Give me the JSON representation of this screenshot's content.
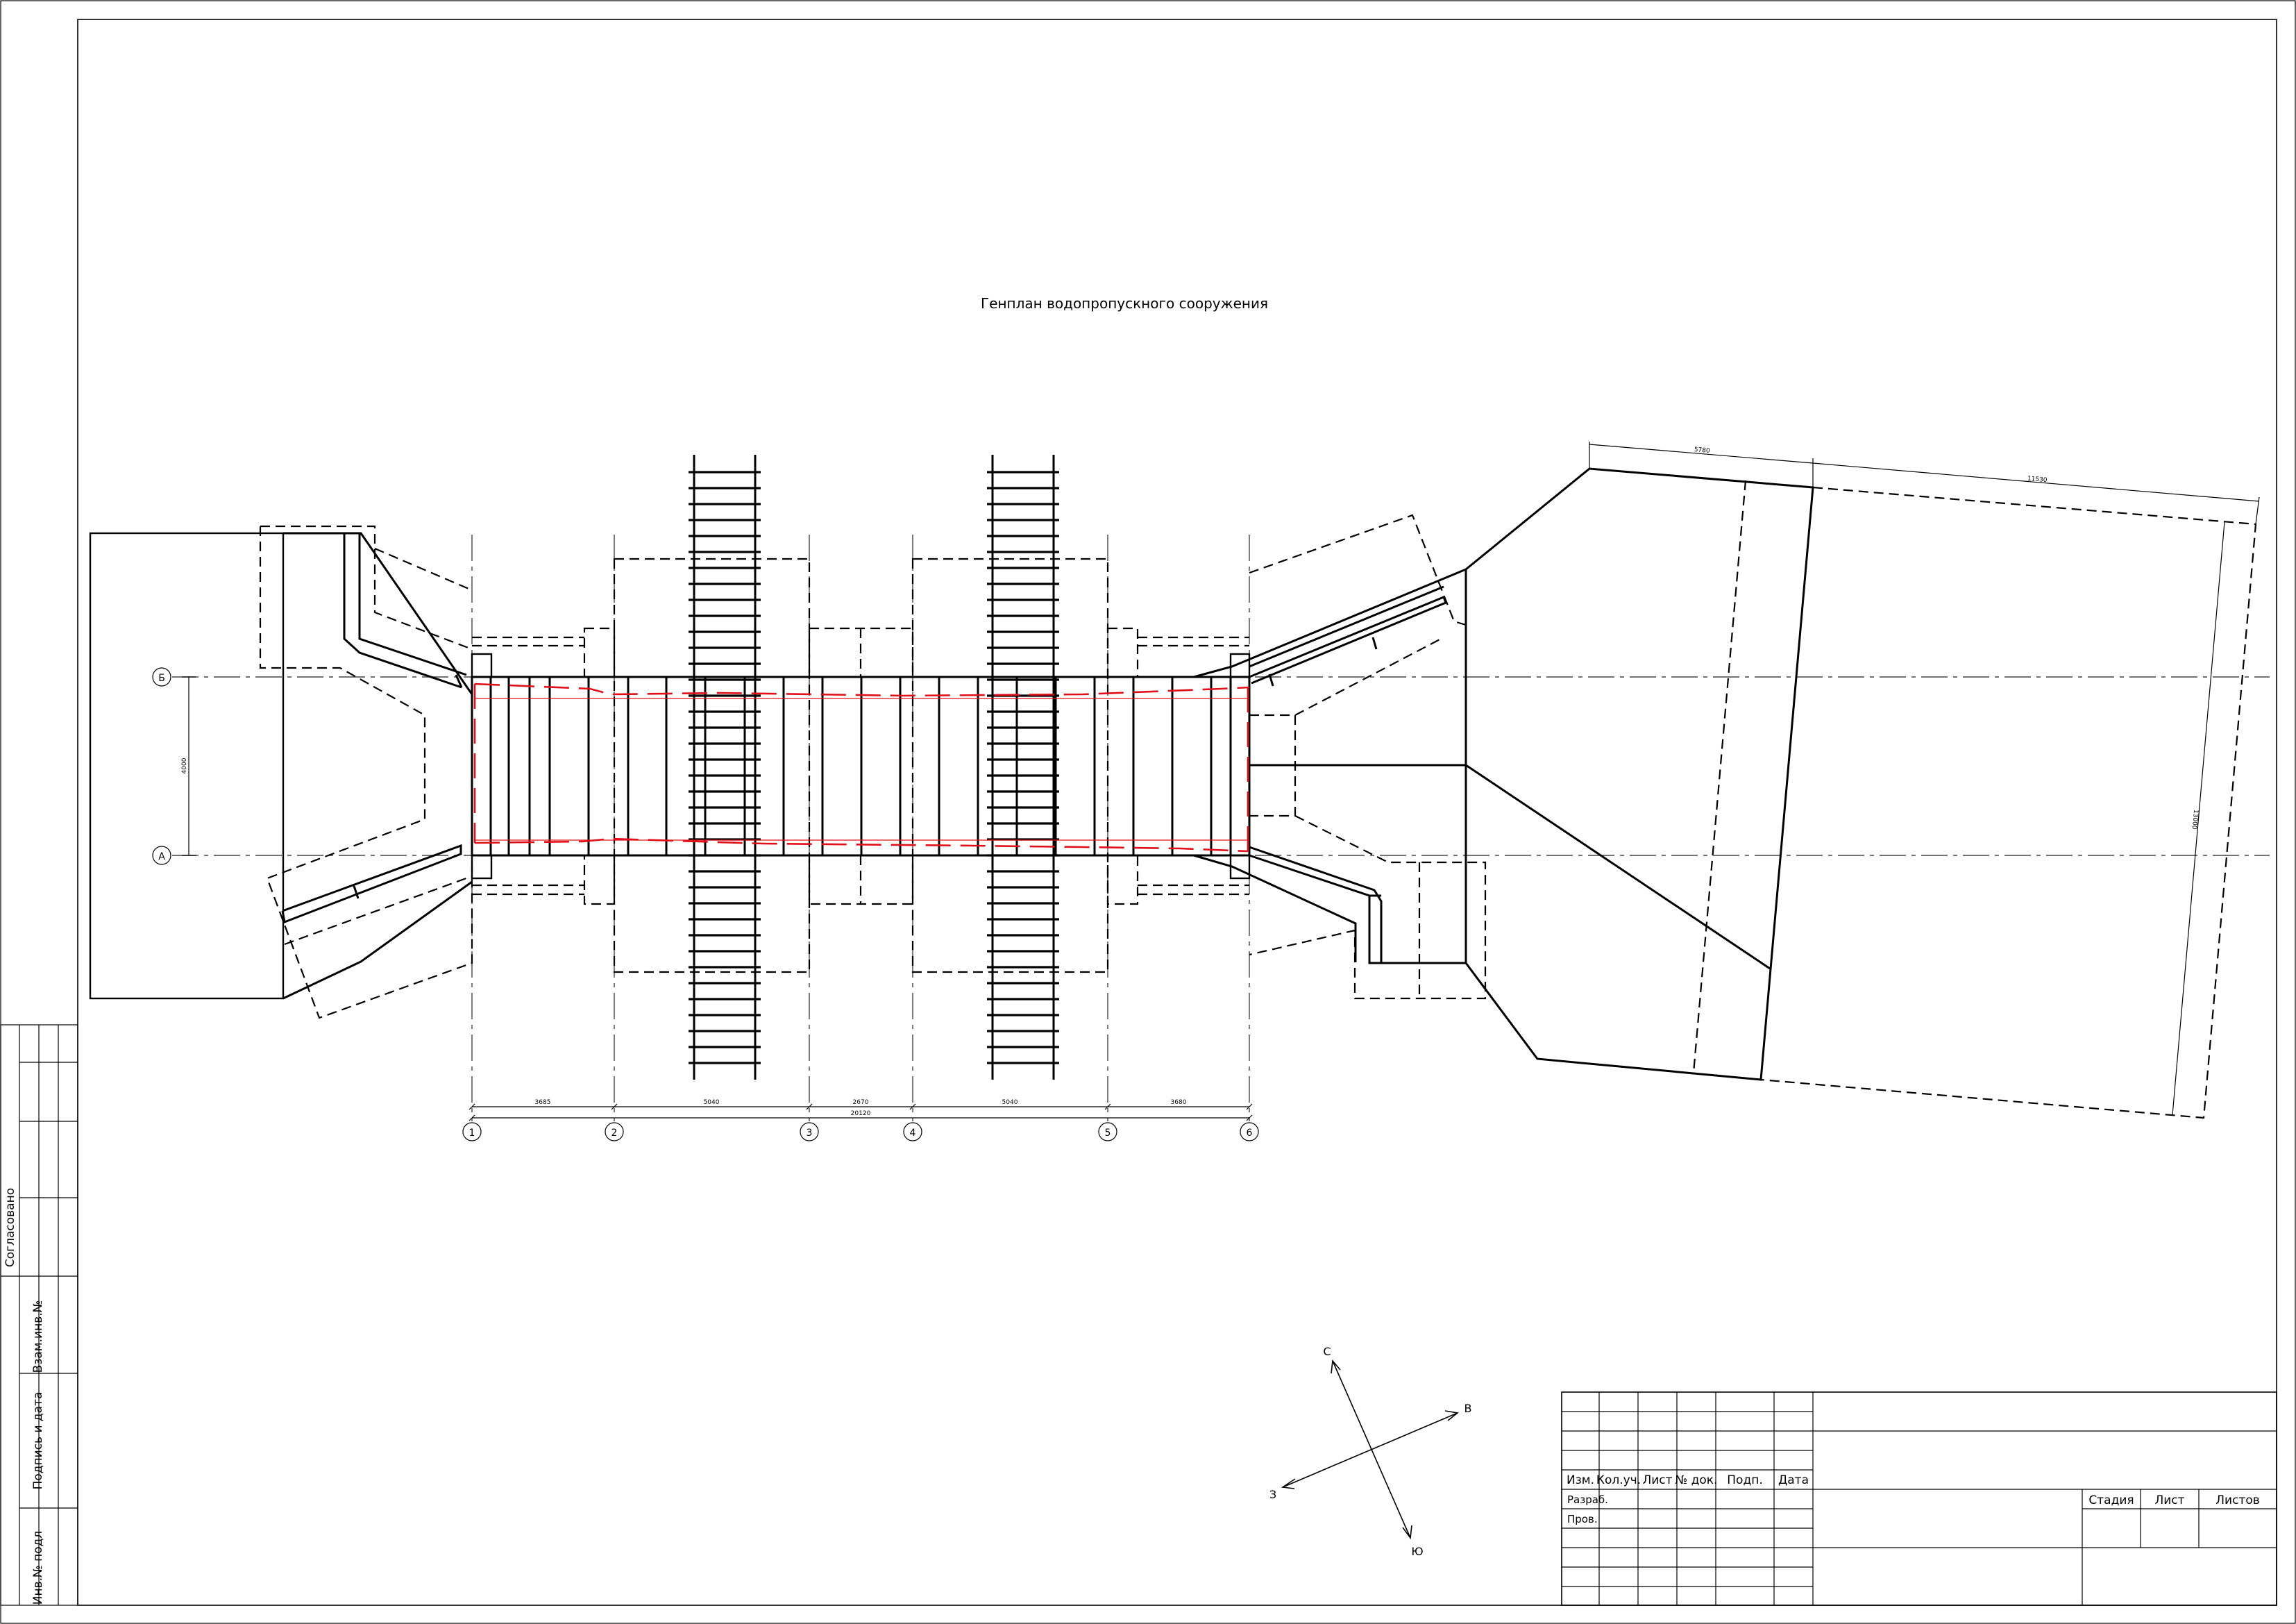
{
  "drawing": {
    "title": "Генплан водопропускного сооружения",
    "stroke_color": "#000000",
    "flow_line_color": "#e0101a",
    "row_axes": [
      {
        "label": "Б"
      },
      {
        "label": "А"
      }
    ],
    "row_spacing": "4000",
    "column_axes": [
      {
        "label": "1"
      },
      {
        "label": "2"
      },
      {
        "label": "3"
      },
      {
        "label": "4"
      },
      {
        "label": "5"
      },
      {
        "label": "6"
      }
    ],
    "spans": [
      "3685",
      "5040",
      "2670",
      "5040",
      "3680"
    ],
    "total_length": "20120",
    "right_dimensions": {
      "top_left": "5780",
      "top_right": "11530",
      "right_side": "13000"
    }
  },
  "compass": {
    "north": "С",
    "east": "В",
    "west": "З",
    "south": "Ю"
  },
  "side_stamp": {
    "agreed": "Согласовано",
    "replacement_inv": "Взам.инв.№",
    "signature_date": "Подпись и дата",
    "inv_original": "Инв.№ подл"
  },
  "title_block": {
    "headers": [
      "Изм.",
      "Кол.уч.",
      "Лист",
      "№ док.",
      "Подп.",
      "Дата"
    ],
    "developed": "Разраб.",
    "checked": "Пров.",
    "stage": "Стадия",
    "sheet": "Лист",
    "sheets": "Листов"
  }
}
